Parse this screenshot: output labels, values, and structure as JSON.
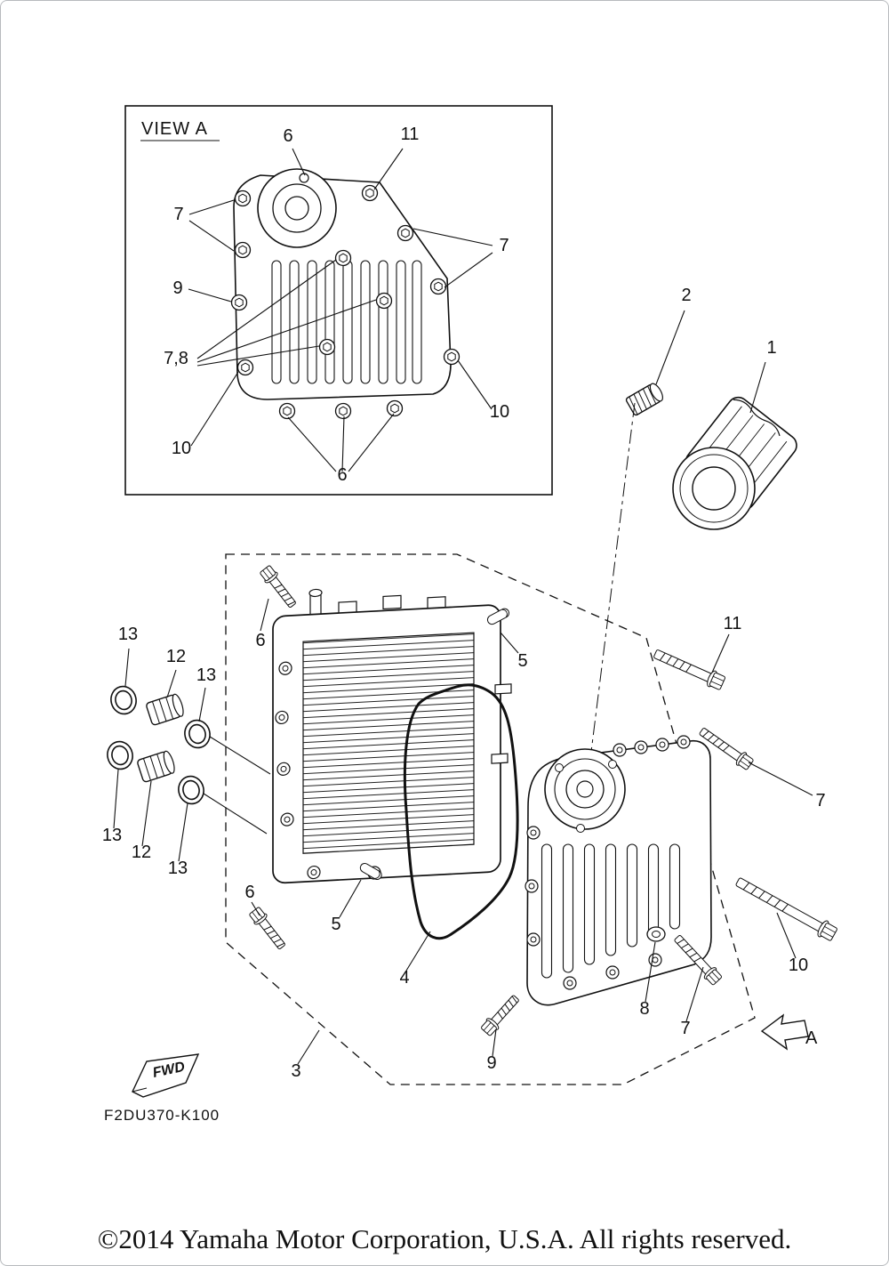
{
  "inset": {
    "title": "VIEW A"
  },
  "inset_callouts": [
    "6",
    "11",
    "7",
    "7",
    "9",
    "7,8",
    "10",
    "10",
    "6"
  ],
  "main_callouts": [
    "2",
    "1",
    "13",
    "12",
    "13",
    "6",
    "5",
    "11",
    "7",
    "13",
    "12",
    "13",
    "6",
    "5",
    "4",
    "10",
    "8",
    "7",
    "9",
    "3"
  ],
  "view_arrow_label": "A",
  "fwd_label": "FWD",
  "part_code": "F2DU370-K100",
  "copyright": "©2014 Yamaha Motor Corporation, U.S.A. All rights reserved.",
  "colors": {
    "line": "#111111",
    "background": "#ffffff",
    "border": "#b7babd"
  }
}
